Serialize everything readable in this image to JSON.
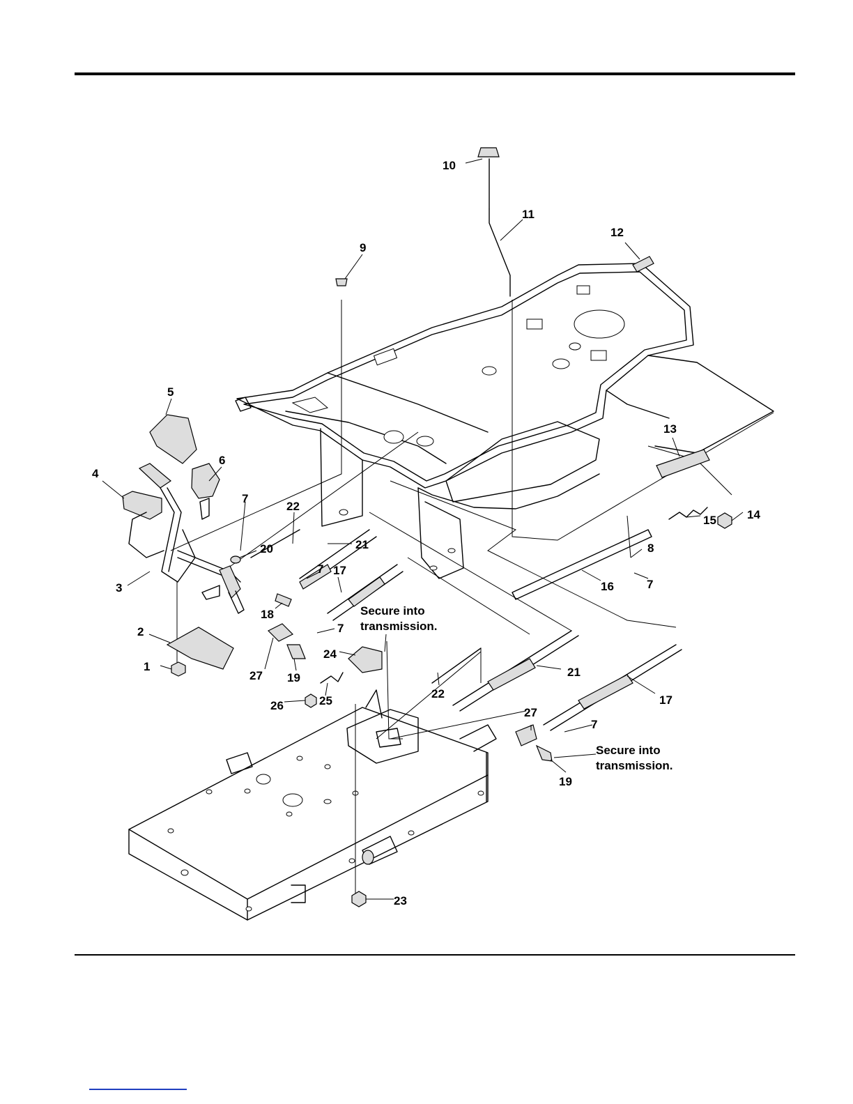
{
  "callouts": {
    "c1": "1",
    "c2": "2",
    "c3": "3",
    "c4": "4",
    "c5": "5",
    "c6": "6",
    "c7a": "7",
    "c7b": "7",
    "c7c": "7",
    "c7d": "7",
    "c7e": "7",
    "c8": "8",
    "c9": "9",
    "c10": "10",
    "c11": "11",
    "c12": "12",
    "c13": "13",
    "c14": "14",
    "c15": "15",
    "c16": "16",
    "c17a": "17",
    "c17b": "17",
    "c18": "18",
    "c19a": "19",
    "c19b": "19",
    "c20": "20",
    "c21a": "21",
    "c21b": "21",
    "c22a": "22",
    "c22b": "22",
    "c23": "23",
    "c24": "24",
    "c25": "25",
    "c26": "26",
    "c27a": "27",
    "c27b": "27"
  },
  "notes": {
    "left_line1": "Secure into",
    "left_line2": "transmission.",
    "right_line1": "Secure into",
    "right_line2": "transmission."
  }
}
